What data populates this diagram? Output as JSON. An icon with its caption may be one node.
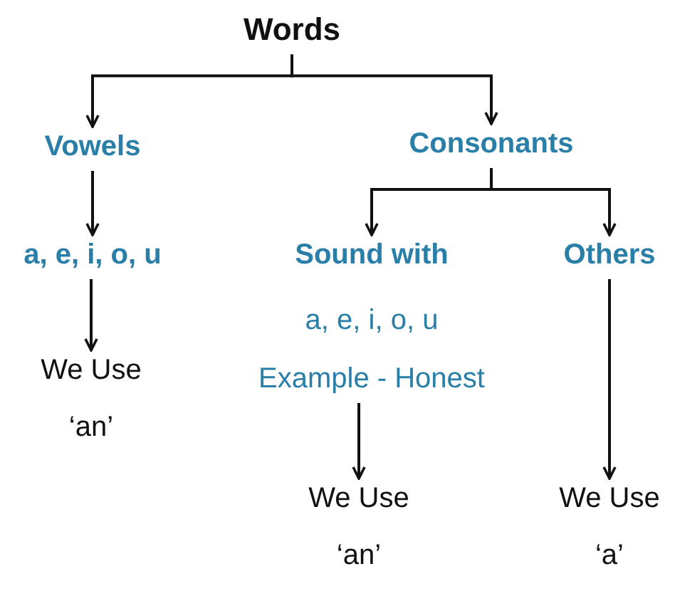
{
  "diagram": {
    "nodes": [
      {
        "text": [
          "Words"
        ]
      },
      {
        "text": [
          "Vowels"
        ]
      },
      {
        "text": [
          "Consonants"
        ]
      },
      {
        "text": [
          "a, e, i, o, u"
        ]
      },
      {
        "text": [
          "Sound with",
          "a, e, i, o, u",
          "Example - Honest"
        ]
      },
      {
        "text": [
          "Others"
        ]
      },
      {
        "text": [
          "We Use",
          "‘an’"
        ]
      },
      {
        "text": [
          "We Use",
          "‘an’"
        ]
      },
      {
        "text": [
          "We Use",
          "‘a’"
        ]
      }
    ],
    "edges": [
      {
        "from": 0,
        "to": 1,
        "arrow": "to"
      },
      {
        "from": 0,
        "to": 2,
        "arrow": "to"
      },
      {
        "from": 1,
        "to": 3,
        "arrow": "to"
      },
      {
        "from": 3,
        "to": 6,
        "arrow": "to"
      },
      {
        "from": 2,
        "to": 4,
        "arrow": "to"
      },
      {
        "from": 2,
        "to": 5,
        "arrow": "to"
      },
      {
        "from": 4,
        "to": 7,
        "arrow": "to"
      },
      {
        "from": 5,
        "to": 8,
        "arrow": "to"
      }
    ]
  }
}
